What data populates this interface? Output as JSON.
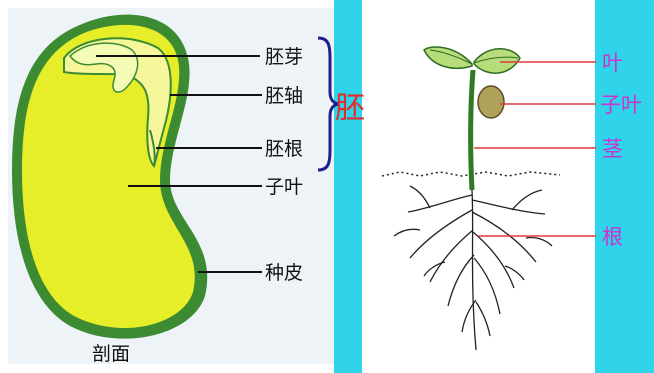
{
  "left_panel": {
    "labels": [
      "胚芽",
      "胚轴",
      "胚根",
      "子叶",
      "种皮"
    ],
    "group_label": "胚",
    "caption": "剖面"
  },
  "right_panel": {
    "labels": [
      "叶",
      "子叶",
      "茎",
      "根"
    ]
  },
  "colors": {
    "background_left": "#eef3f8",
    "cyan_band": "#2fd3ea",
    "seed_coat": "#3c8b32",
    "cotyledon": "#e6ee2a",
    "embryo": "#f6f69a",
    "plumule": "#f4fbb5",
    "label_left": "#111111",
    "label_right": "#cc33cc",
    "group_label": "#e32b2b",
    "brace": "#1c1f8c",
    "pointer_right": "#e23a3a"
  }
}
